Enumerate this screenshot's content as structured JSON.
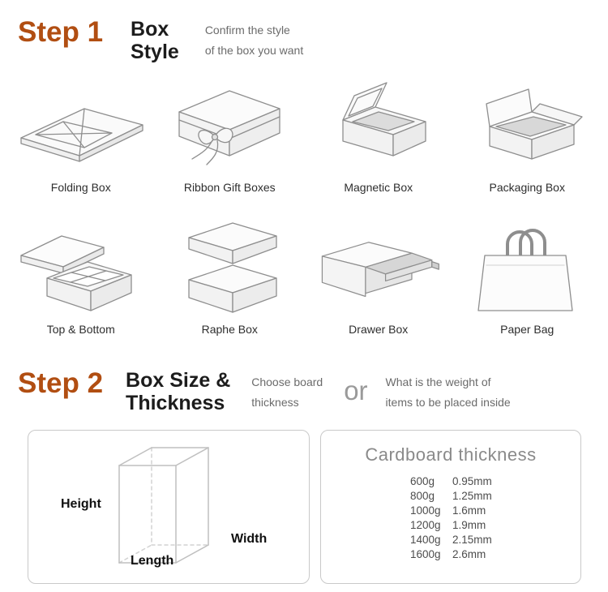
{
  "colors": {
    "accent": "#b14e12",
    "muted_gray": "#9a9a9a",
    "panel_border": "#c9c9c9"
  },
  "step1": {
    "label": "Step 1",
    "title_line1": "Box",
    "title_line2": "Style",
    "desc_line1": "Confirm the style",
    "desc_line2": "of the box you want",
    "styles": [
      {
        "label": "Folding Box"
      },
      {
        "label": "Ribbon Gift Boxes"
      },
      {
        "label": "Magnetic Box"
      },
      {
        "label": "Packaging Box"
      },
      {
        "label": "Top & Bottom"
      },
      {
        "label": "Raphe Box"
      },
      {
        "label": "Drawer Box"
      },
      {
        "label": "Paper Bag"
      }
    ]
  },
  "step2": {
    "label": "Step 2",
    "title_line1": "Box Size &",
    "title_line2": "Thickness",
    "option_a_line1": "Choose board",
    "option_a_line2": "thickness",
    "or": "or",
    "option_b_line1": "What is the weight of",
    "option_b_line2": "items to be placed inside",
    "dimensions": {
      "height": "Height",
      "width": "Width",
      "length": "Length"
    },
    "cardboard": {
      "title": "Cardboard thickness",
      "rows": [
        {
          "weight": "600g",
          "thickness": "0.95mm"
        },
        {
          "weight": "800g",
          "thickness": "1.25mm"
        },
        {
          "weight": "1000g",
          "thickness": "1.6mm"
        },
        {
          "weight": "1200g",
          "thickness": "1.9mm"
        },
        {
          "weight": "1400g",
          "thickness": "2.15mm"
        },
        {
          "weight": "1600g",
          "thickness": "2.6mm"
        }
      ]
    }
  }
}
